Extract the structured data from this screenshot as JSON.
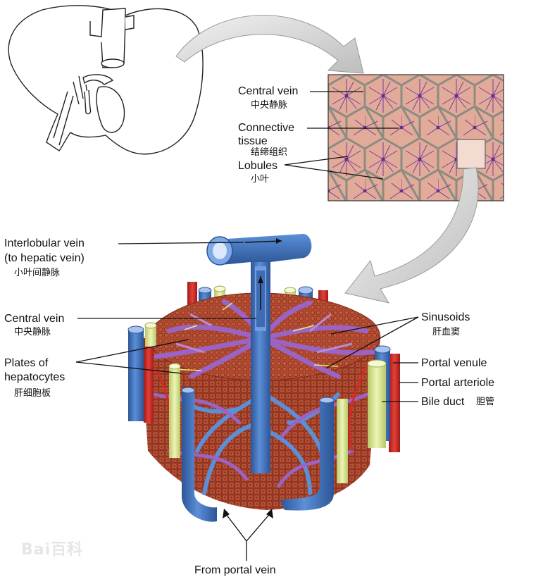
{
  "labels": {
    "central_vein_top": "Central vein",
    "central_vein_top_zh": "中央静脉",
    "connective_tissue_1": "Connective",
    "connective_tissue_2": "tissue",
    "connective_tissue_zh": "结缔组织",
    "lobules": "Lobules",
    "lobules_zh": "小叶",
    "interlobular_vein_1": "Interlobular vein",
    "interlobular_vein_2": "(to hepatic vein)",
    "interlobular_vein_zh": "小叶间静脉",
    "central_vein": "Central vein",
    "central_vein_zh": "中央静脉",
    "plates_1": "Plates of",
    "plates_2": "hepatocytes",
    "plates_zh": "肝细胞板",
    "sinusoids": "Sinusoids",
    "sinusoids_zh": "肝血窦",
    "portal_venule": "Portal venule",
    "portal_arteriole": "Portal arteriole",
    "bile_duct": "Bile duct",
    "bile_duct_zh": "胆管",
    "from_portal_vein": "From portal vein"
  },
  "watermark": "Bai百科",
  "colors": {
    "vein_blue": "#3f6fb5",
    "artery_red": "#d42a26",
    "bile_yellow": "#d6e38a",
    "sinusoid_purple": "#9a63c4",
    "hepatocyte_brown": "#a9432c",
    "lobule_pink": "#e0a898",
    "arrow_gray": "#c9c9c9"
  }
}
